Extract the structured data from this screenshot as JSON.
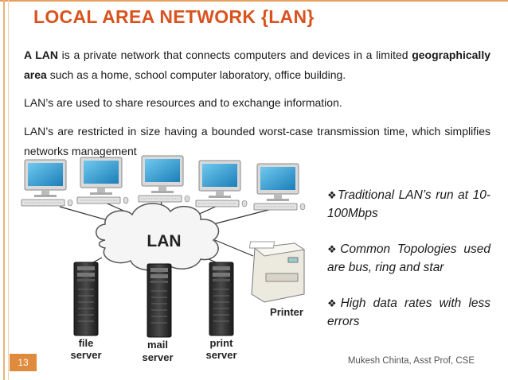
{
  "slide": {
    "title": "LOCAL  AREA NETWORK {LAN}",
    "number": "13"
  },
  "paragraphs": {
    "p1_bold1": "A LAN",
    "p1_text1": " is a private network that connects computers and devices in a limited ",
    "p1_bold2": "geographically area",
    "p1_text2": " such as a home, school computer laboratory, office building.",
    "p2": "LAN’s are used to share resources and to exchange information.",
    "p3": "LAN’s are restricted in size having a bounded worst-case transmission time, which simplifies networks management"
  },
  "diagram": {
    "cloud_label": "LAN",
    "printer_label": "Printer",
    "servers": [
      {
        "line1": "file",
        "line2": "server"
      },
      {
        "line1": "mail",
        "line2": "server"
      },
      {
        "line1": "print",
        "line2": "server"
      }
    ]
  },
  "bullets": [
    "Traditional LAN’s run at 10-100Mbps",
    "Common Topologies used are bus, ring and star",
    "High data rates with less errors"
  ],
  "bullet_marker": "❖",
  "footer": {
    "author": "Mukesh Chinta, Asst Prof, CSE"
  },
  "colors": {
    "title": "#d9531e",
    "accent": "#e08a3e"
  }
}
